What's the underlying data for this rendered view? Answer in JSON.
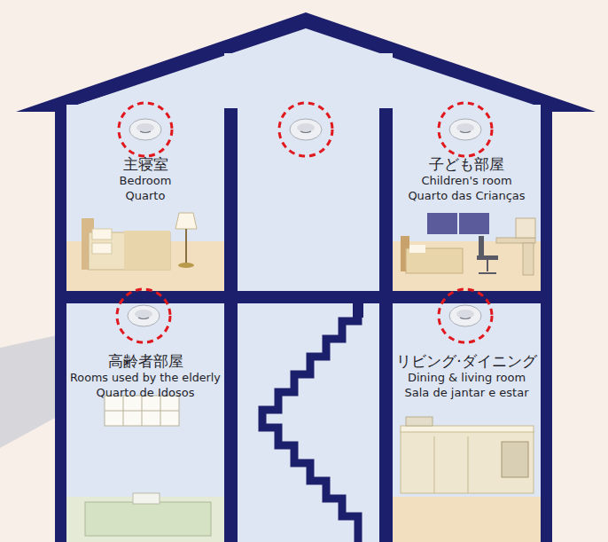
{
  "diagram": {
    "nodes": [
      {
        "text": [
          "主寝室",
          "Bedroom",
          "Quarto"
        ]
      },
      {
        "text": [
          "子ども部屋",
          "Children's room",
          "Quarto das Crianças"
        ]
      },
      {
        "text": [
          "高齢者部屋",
          "Rooms used by the elderly",
          "Quarto de Idosos"
        ]
      },
      {
        "text": [
          "リビング·ダイニング",
          "Dining & living room",
          "Sala de jantar e estar"
        ]
      }
    ]
  }
}
